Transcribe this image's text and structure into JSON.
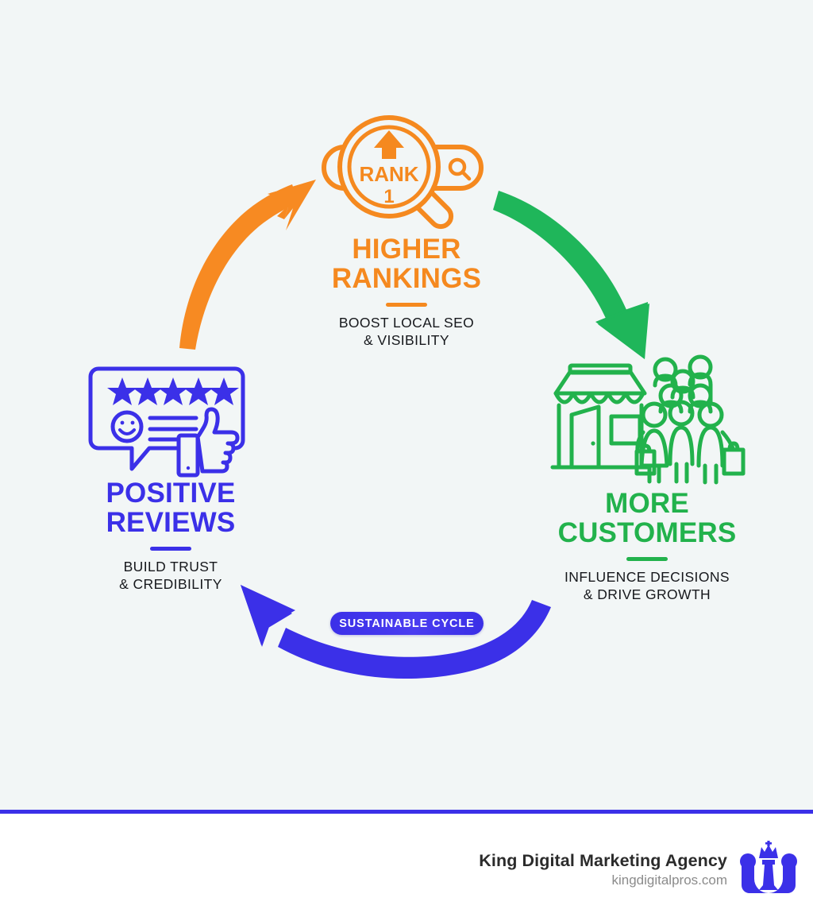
{
  "background": {
    "canvas_color": "#f2f6f6",
    "footer_color": "#ffffff",
    "divider_color": "#3b30e8"
  },
  "colors": {
    "orange": "#f5891f",
    "green": "#22b24c",
    "blue": "#3b30e8",
    "text_dark": "#16181c"
  },
  "cycle": {
    "nodes": [
      {
        "id": "higher-rankings",
        "title": "HIGHER\nRANKINGS",
        "title_line1": "HIGHER",
        "title_line2": "RANKINGS",
        "subtitle": "BOOST LOCAL SEO\n& VISIBILITY",
        "color": "#f5891f",
        "icon": "magnifier-rank-icon",
        "icon_label_rank": "RANK",
        "icon_label_number": "1"
      },
      {
        "id": "more-customers",
        "title": "MORE\nCUSTOMERS",
        "title_line1": "MORE",
        "title_line2": "CUSTOMERS",
        "subtitle": "INFLUENCE DECISIONS\n& DRIVE GROWTH",
        "color": "#22b24c",
        "icon": "storefront-customers-icon"
      },
      {
        "id": "positive-reviews",
        "title": "POSITIVE\nREVIEWS",
        "title_line1": "POSITIVE",
        "title_line2": "REVIEWS",
        "subtitle": "BUILD TRUST\n& CREDIBILITY",
        "color": "#3b30e8",
        "icon": "review-stars-thumbsup-icon"
      }
    ],
    "arrows": [
      {
        "id": "arrow-reviews-to-rankings",
        "color": "#f5891f",
        "direction": "up-right"
      },
      {
        "id": "arrow-rankings-to-customers",
        "color": "#22b24c",
        "direction": "down-right"
      },
      {
        "id": "arrow-customers-to-reviews",
        "color": "#3b30e8",
        "direction": "left"
      }
    ],
    "badge_label": "SUSTAINABLE CYCLE"
  },
  "footer": {
    "company": "King Digital Marketing Agency",
    "website": "kingdigitalpros.com",
    "logo": "king-crown-logo"
  }
}
